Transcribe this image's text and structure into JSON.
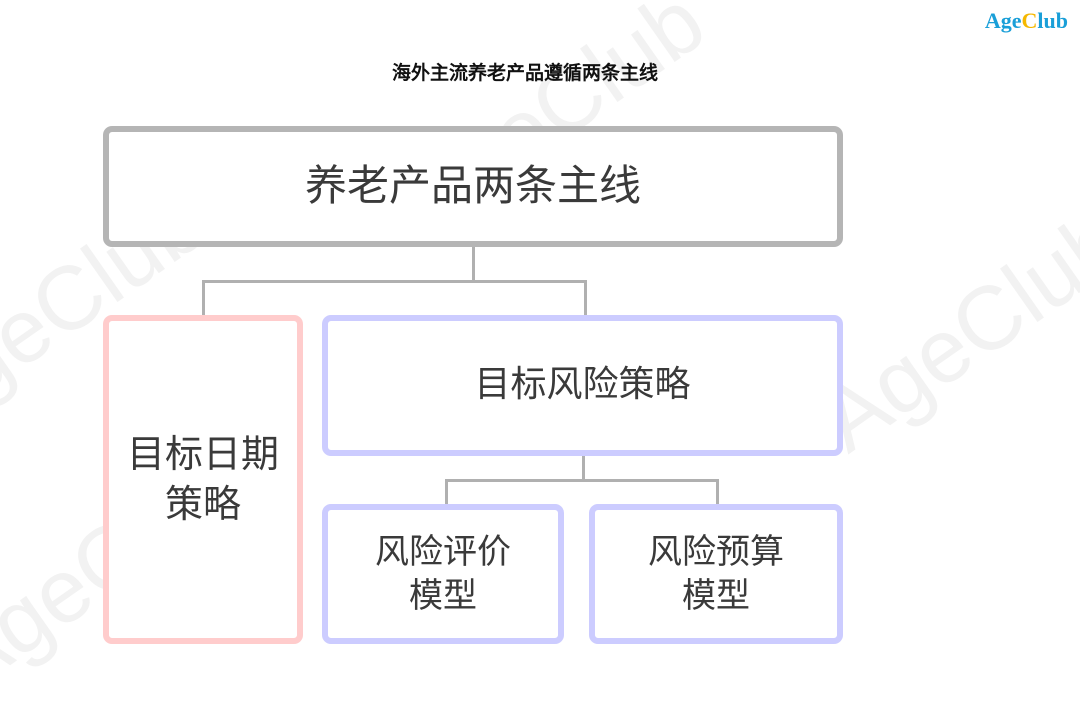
{
  "logo": {
    "part1": "Age",
    "part2": "C",
    "part3": "lub"
  },
  "watermark": "AgeClub",
  "title": "海外主流养老产品遵循两条主线",
  "diagram": {
    "root": "养老产品两条主线",
    "left": "目标日期\n策略",
    "right": "目标风险策略",
    "right_children": [
      "风险评价\n模型",
      "风险预算\n模型"
    ]
  },
  "colors": {
    "root_border": "#b5b5b5",
    "left_border": "#ffcccc",
    "right_border": "#ccccff",
    "connector": "#b0b0b0",
    "logo": "#1a9fd8",
    "logo_accent": "#f5b800"
  }
}
